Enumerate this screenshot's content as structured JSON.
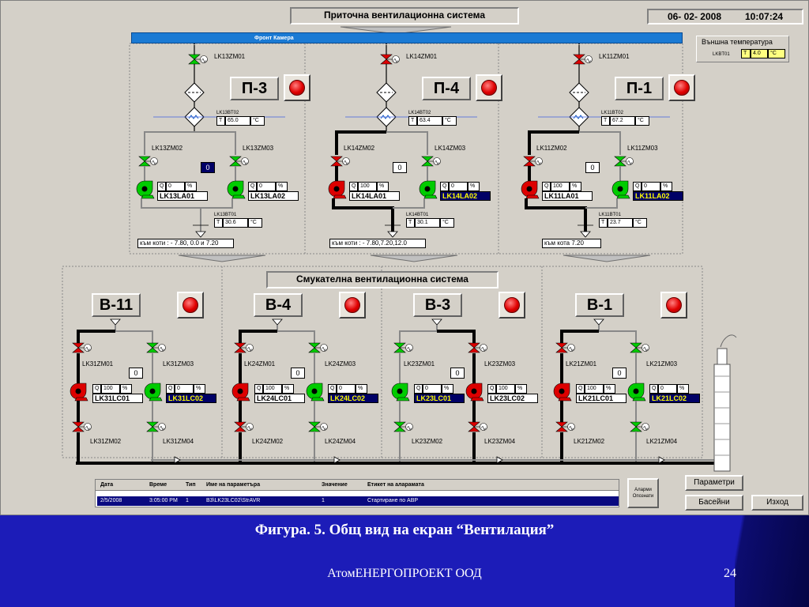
{
  "colors": {
    "background": "#d4d0c8",
    "slide_bg": "#1c1cb8",
    "alarm_row": "#0a0a80",
    "fan_on": "#00cc00",
    "fan_off": "#dd0000",
    "header_bar": "#1a7ad4"
  },
  "header": {
    "supply_title": "Приточна вентилационна система",
    "date": "06- 02- 2008",
    "time": "10:07:24",
    "front_chamber": "Фронт Камера"
  },
  "outside_temp": {
    "label": "Външна температура",
    "tag": "LKBT01",
    "param": "T",
    "value": "4.0",
    "unit": "°C"
  },
  "supply_units": [
    {
      "name": "П-3",
      "top_valve": "LK13ZM01",
      "sensor1_tag": "LK13BT02",
      "sensor1_value": "65.0",
      "valve_left": "LK13ZM02",
      "valve_right": "LK13ZM03",
      "count": "0",
      "fan_left": {
        "q": "0",
        "tag": "LK13LA01",
        "running": true,
        "alarm": false
      },
      "fan_right": {
        "q": "0",
        "tag": "LK13LA02",
        "running": true,
        "alarm": false
      },
      "sensor2_tag": "LK13BT01",
      "sensor2_value": "30.6",
      "destination": "към коти : - 7.80, 0.0 и 7.20"
    },
    {
      "name": "П-4",
      "top_valve": "LK14ZM01",
      "sensor1_tag": "LK14BT02",
      "sensor1_value": "63.4",
      "valve_left": "LK14ZM02",
      "valve_right": "LK14ZM03",
      "count": "0",
      "fan_left": {
        "q": "100",
        "tag": "LK14LA01",
        "running": false,
        "alarm": false
      },
      "fan_right": {
        "q": "0",
        "tag": "LK14LA02",
        "running": true,
        "alarm": true
      },
      "sensor2_tag": "LK14BT01",
      "sensor2_value": "30.1",
      "destination": "към коти : - 7.80,7.20,12.0"
    },
    {
      "name": "П-1",
      "top_valve": "LK11ZM01",
      "sensor1_tag": "LK11BT02",
      "sensor1_value": "67.2",
      "valve_left": "LK11ZM02",
      "valve_right": "LK11ZM03",
      "count": "0",
      "fan_left": {
        "q": "100",
        "tag": "LK11LA01",
        "running": false,
        "alarm": false
      },
      "fan_right": {
        "q": "0",
        "tag": "LK11LA02",
        "running": true,
        "alarm": true
      },
      "sensor2_tag": "LK11BT01",
      "sensor2_value": "23.7",
      "destination": "към кота 7.20"
    }
  ],
  "exhaust_title": "Смукателна вентилационна система",
  "exhaust_units": [
    {
      "name": "В-11",
      "count": "0",
      "valve_tl": "LK31ZM01",
      "valve_tr": "LK31ZM03",
      "valve_bl": "LK31ZM02",
      "valve_br": "LK31ZM04",
      "fan_left": {
        "q": "100",
        "tag": "LK31LC01",
        "running": false,
        "alarm": false
      },
      "fan_right": {
        "q": "0",
        "tag": "LK31LC02",
        "running": true,
        "alarm": true
      }
    },
    {
      "name": "В-4",
      "count": "0",
      "valve_tl": "LK24ZM01",
      "valve_tr": "LK24ZM03",
      "valve_bl": "LK24ZM02",
      "valve_br": "LK24ZM04",
      "fan_left": {
        "q": "100",
        "tag": "LK24LC01",
        "running": false,
        "alarm": false
      },
      "fan_right": {
        "q": "0",
        "tag": "LK24LC02",
        "running": true,
        "alarm": true
      }
    },
    {
      "name": "В-3",
      "count": "0",
      "valve_tl": "LK23ZM01",
      "valve_tr": "LK23ZM03",
      "valve_bl": "LK23ZM02",
      "valve_br": "LK23ZM04",
      "fan_left": {
        "q": "0",
        "tag": "LK23LC01",
        "running": true,
        "alarm": true
      },
      "fan_right": {
        "q": "100",
        "tag": "LK23LC02",
        "running": false,
        "alarm": false
      }
    },
    {
      "name": "В-1",
      "count": "0",
      "valve_tl": "LK21ZM01",
      "valve_tr": "LK21ZM03",
      "valve_bl": "LK21ZM02",
      "valve_br": "LK21ZM04",
      "fan_left": {
        "q": "100",
        "tag": "LK21LC01",
        "running": false,
        "alarm": false
      },
      "fan_right": {
        "q": "0",
        "tag": "LK21LC02",
        "running": true,
        "alarm": true
      }
    }
  ],
  "labels": {
    "q": "Q",
    "percent": "%",
    "t": "T",
    "celsius": "°C"
  },
  "alarm_table": {
    "columns": [
      "Дата",
      "Време",
      "Тип",
      "Име на параметъра",
      "Значение",
      "Етикет на аларамата"
    ],
    "rows": [
      [
        "2/5/2008",
        "3:05:00 PM",
        "1",
        "B3\\LK23LC02\\StrAVR",
        "1",
        "Стартиране по АВР"
      ]
    ]
  },
  "buttons": {
    "alarms_line1": "Аларми",
    "alarms_line2": "Опознати",
    "params": "Параметри",
    "pools": "Басейни",
    "exit": "Изход"
  },
  "caption": "Фигура. 5. Общ вид на екран “Вентилация”",
  "company": "АтомЕНЕРГОПРОЕКТ ООД",
  "page_number": "24"
}
